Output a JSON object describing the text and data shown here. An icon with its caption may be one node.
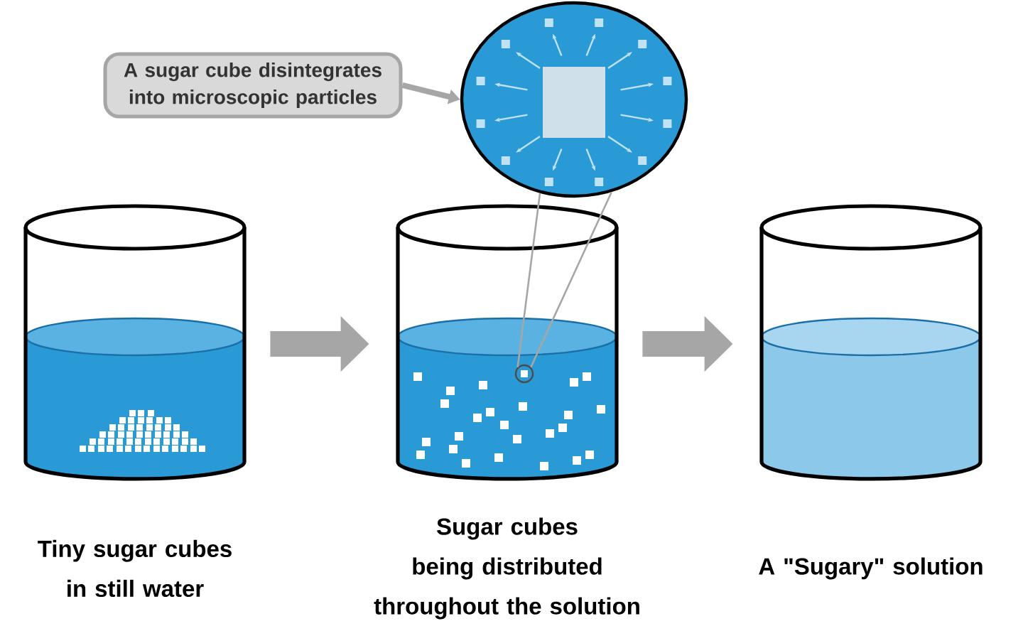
{
  "diagram": {
    "nodes": [
      {
        "text": [],
        "shape": "cylinder",
        "beside": [
          "Tiny sugar cubes in still water"
        ]
      },
      {
        "text": [],
        "shape": "cylinder",
        "beside": [
          "Sugar cubes being distributed throughout the solution"
        ]
      },
      {
        "text": [],
        "shape": "cylinder",
        "beside": [
          "A \"Sugary\" solution"
        ]
      },
      {
        "text": [
          "A sugar cube disintegrates into microscopic particles"
        ]
      },
      {
        "text": [],
        "shape": "circle"
      },
      {
        "text": [],
        "shape": "circle",
        "in": 1
      }
    ],
    "edges": [
      {
        "from": 0,
        "to": 1,
        "arrow": "to",
        "style": "thick"
      },
      {
        "from": 1,
        "to": 2,
        "arrow": "to",
        "style": "thick"
      },
      {
        "from": 3,
        "to": 4,
        "arrow": "to"
      },
      {
        "from": 5,
        "to": 4,
        "arrow": "none"
      }
    ]
  }
}
